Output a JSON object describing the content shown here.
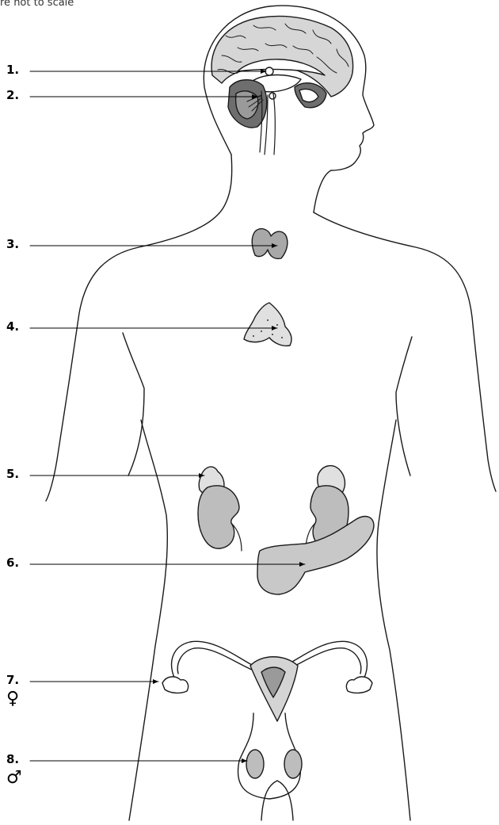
{
  "note": "re not to scale",
  "labels": [
    {
      "number": "1.",
      "symbol": ""
    },
    {
      "number": "2.",
      "symbol": ""
    },
    {
      "number": "3.",
      "symbol": ""
    },
    {
      "number": "4.",
      "symbol": ""
    },
    {
      "number": "5.",
      "symbol": ""
    },
    {
      "number": "6.",
      "symbol": ""
    },
    {
      "number": "7.",
      "symbol": "♀"
    },
    {
      "number": "8.",
      "symbol": "♂"
    }
  ],
  "colors": {
    "outline": "#1a1a1a",
    "brain": "#d6d6d6",
    "cerebellum": "#6e6e6e",
    "gland": "#c8c8c8",
    "kidney": "#bdbdbd"
  }
}
